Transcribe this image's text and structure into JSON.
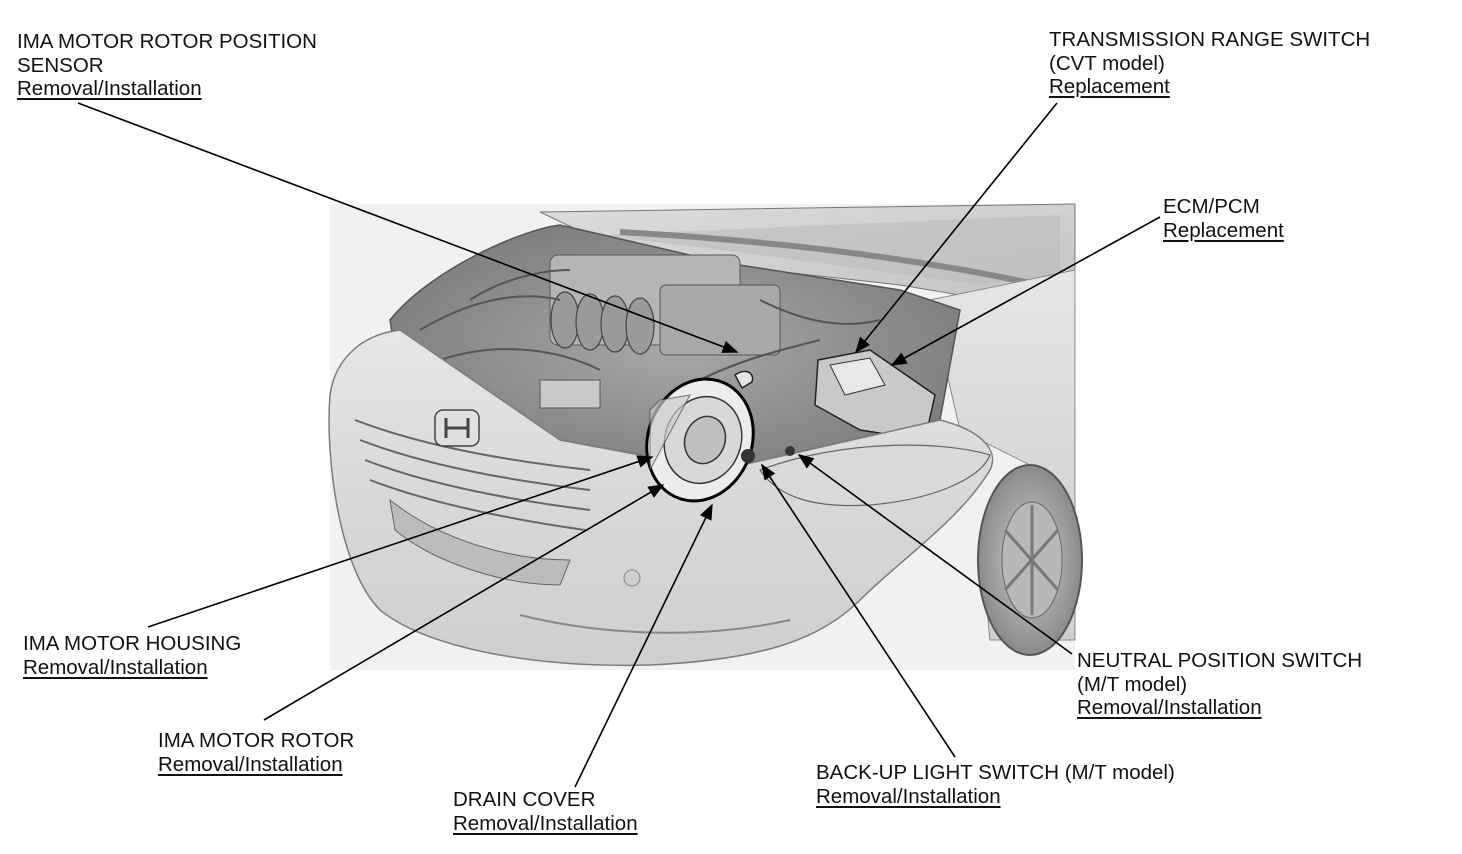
{
  "callouts": {
    "rotor_sensor": {
      "lines": [
        "IMA MOTOR ROTOR POSITION",
        "SENSOR"
      ],
      "link": "Removal/Installation"
    },
    "transmission_range_switch": {
      "lines": [
        "TRANSMISSION RANGE SWITCH",
        "(CVT model)"
      ],
      "link": "Replacement"
    },
    "ecm_pcm": {
      "lines": [
        "ECM/PCM"
      ],
      "link": "Replacement"
    },
    "motor_housing": {
      "lines": [
        "IMA MOTOR HOUSING"
      ],
      "link": "Removal/Installation"
    },
    "motor_rotor": {
      "lines": [
        "IMA MOTOR ROTOR"
      ],
      "link": "Removal/Installation"
    },
    "drain_cover": {
      "lines": [
        "DRAIN COVER"
      ],
      "link": "Removal/Installation"
    },
    "backup_light_switch": {
      "lines": [
        "BACK-UP LIGHT SWITCH (M/T model)"
      ],
      "link": "Removal/Installation"
    },
    "neutral_position_switch": {
      "lines": [
        "NEUTRAL POSITION SWITCH",
        "(M/T model)"
      ],
      "link": "Removal/Installation"
    }
  }
}
